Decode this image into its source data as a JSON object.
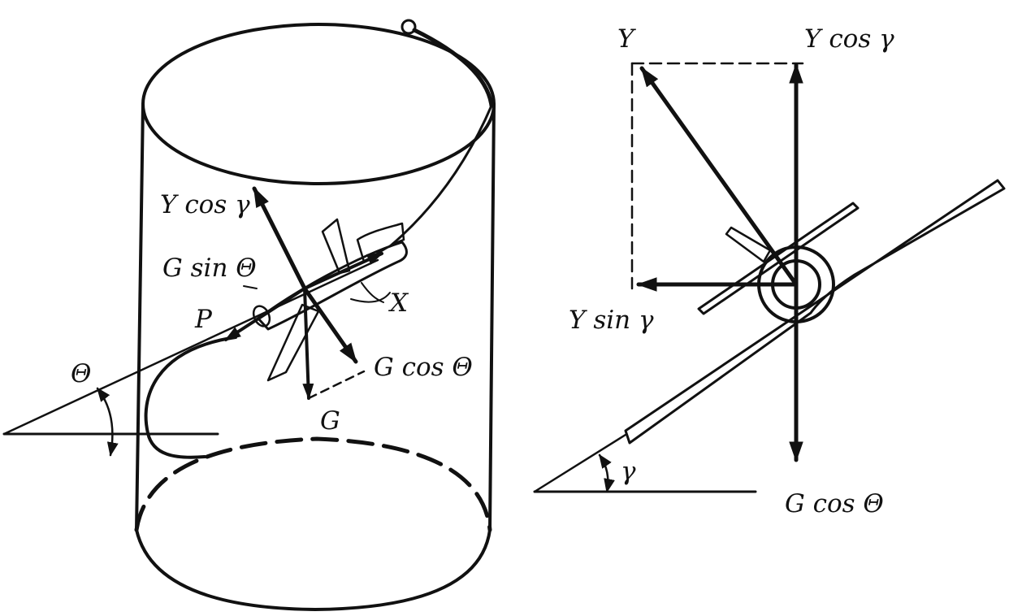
{
  "colors": {
    "ink": "#111111",
    "background": "#ffffff"
  },
  "left_figure": {
    "labels": {
      "y_cos_gamma": "Y cos γ",
      "g_sin_theta": "G sin Θ",
      "p": "P",
      "x": "X",
      "g_cos_theta": "G cos Θ",
      "g": "G",
      "theta": "Θ"
    }
  },
  "right_figure": {
    "labels": {
      "y": "Y",
      "y_cos_gamma": "Y cos γ",
      "y_sin_gamma": "Y sin γ",
      "gamma": "γ",
      "g_cos_theta": "G cos Θ"
    }
  }
}
